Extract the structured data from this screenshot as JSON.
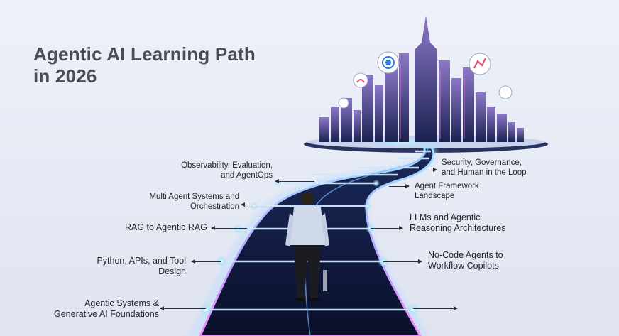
{
  "title": {
    "line1": "Agentic AI Learning Path",
    "line2": "in 2026"
  },
  "steps_left": [
    {
      "line1": "Observability, Evaluation,",
      "line2": "and AgentOps"
    },
    {
      "line1": "Multi Agent Systems and",
      "line2": "Orchestration"
    },
    {
      "line1": "RAG to Agentic RAG"
    },
    {
      "line1": "Python, APIs, and Tool",
      "line2": "Design"
    },
    {
      "line1": "Agentic Systems &",
      "line2": "Generative AI Foundations"
    }
  ],
  "steps_right": [
    {
      "line1": "Security, Governance,",
      "line2": "and Human in the Loop"
    },
    {
      "line1": "Agent Framework",
      "line2": "Landscape"
    },
    {
      "line1": "LLMs and Agentic",
      "line2": "Reasoning Architectures"
    },
    {
      "line1": "No-Code Agents to",
      "line2": "Workflow Copilots"
    }
  ],
  "colors": {
    "title": "#4a4d55",
    "path_glow_blue": "#7fd3ff",
    "path_glow_pink": "#e37bff",
    "tile_dark": "#0d1230",
    "city_purple": "#6a4fa8"
  },
  "illustration": {
    "figure": "person-standing-with-laptop",
    "destination": "futuristic-city-with-ai-icons"
  }
}
